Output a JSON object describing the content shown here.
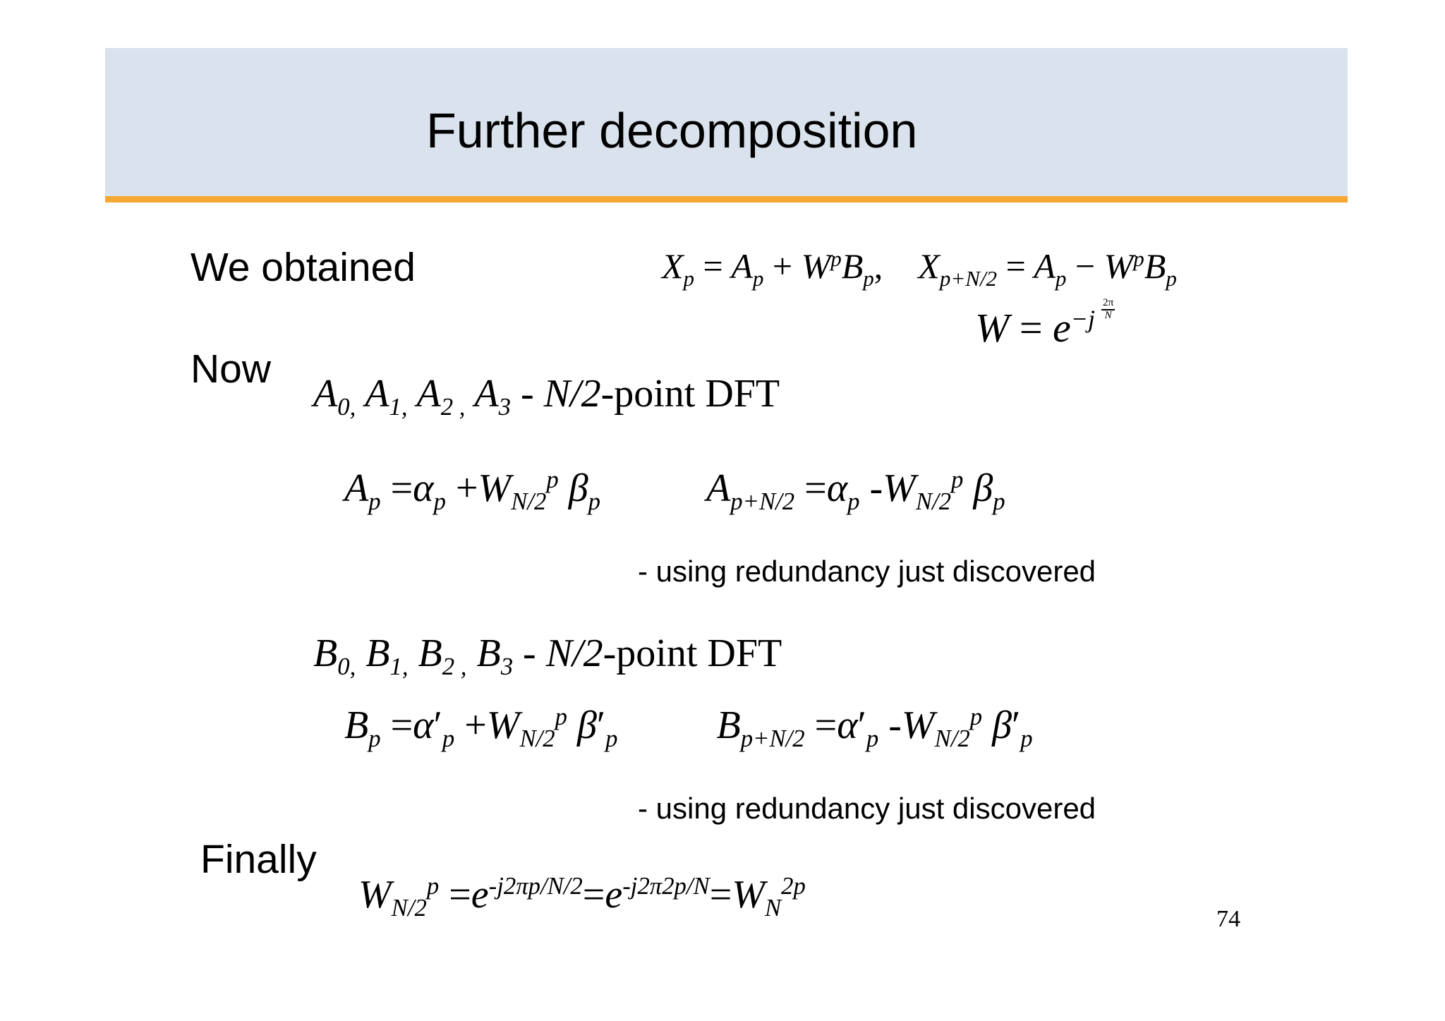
{
  "title": "Further decomposition",
  "labels": {
    "obtained": "We obtained",
    "now": "Now",
    "finally": "Finally"
  },
  "equations": {
    "x_relations": "X_p = A_p + W^p B_p,  X_{p+N/2} = A_p − W^p B_p",
    "w_definition": "W = e^{−j 2π/N}",
    "a_list": "A_0, A_1, A_2, A_3 - N/2-point DFT",
    "a_butterfly": "A_p = α_p + W_{N/2}^p β_p   A_{p+N/2} = α_p - W_{N/2}^p β_p",
    "b_list": "B_0, B_1, B_2, B_3 - N/2-point DFT",
    "b_butterfly": "B_p = α′_p + W_{N/2}^p β′_p   B_{p+N/2} = α′_p - W_{N/2}^p β′_p",
    "final_identity": "W_{N/2}^p = e^{-j2πp/N/2} = e^{-j2π2p/N} = W_N^{2p}"
  },
  "dft_label": "-point DFT",
  "notes": {
    "redundancy_a": "- using redundancy just discovered",
    "redundancy_b": "- using redundancy just discovered"
  },
  "page_number": "74"
}
